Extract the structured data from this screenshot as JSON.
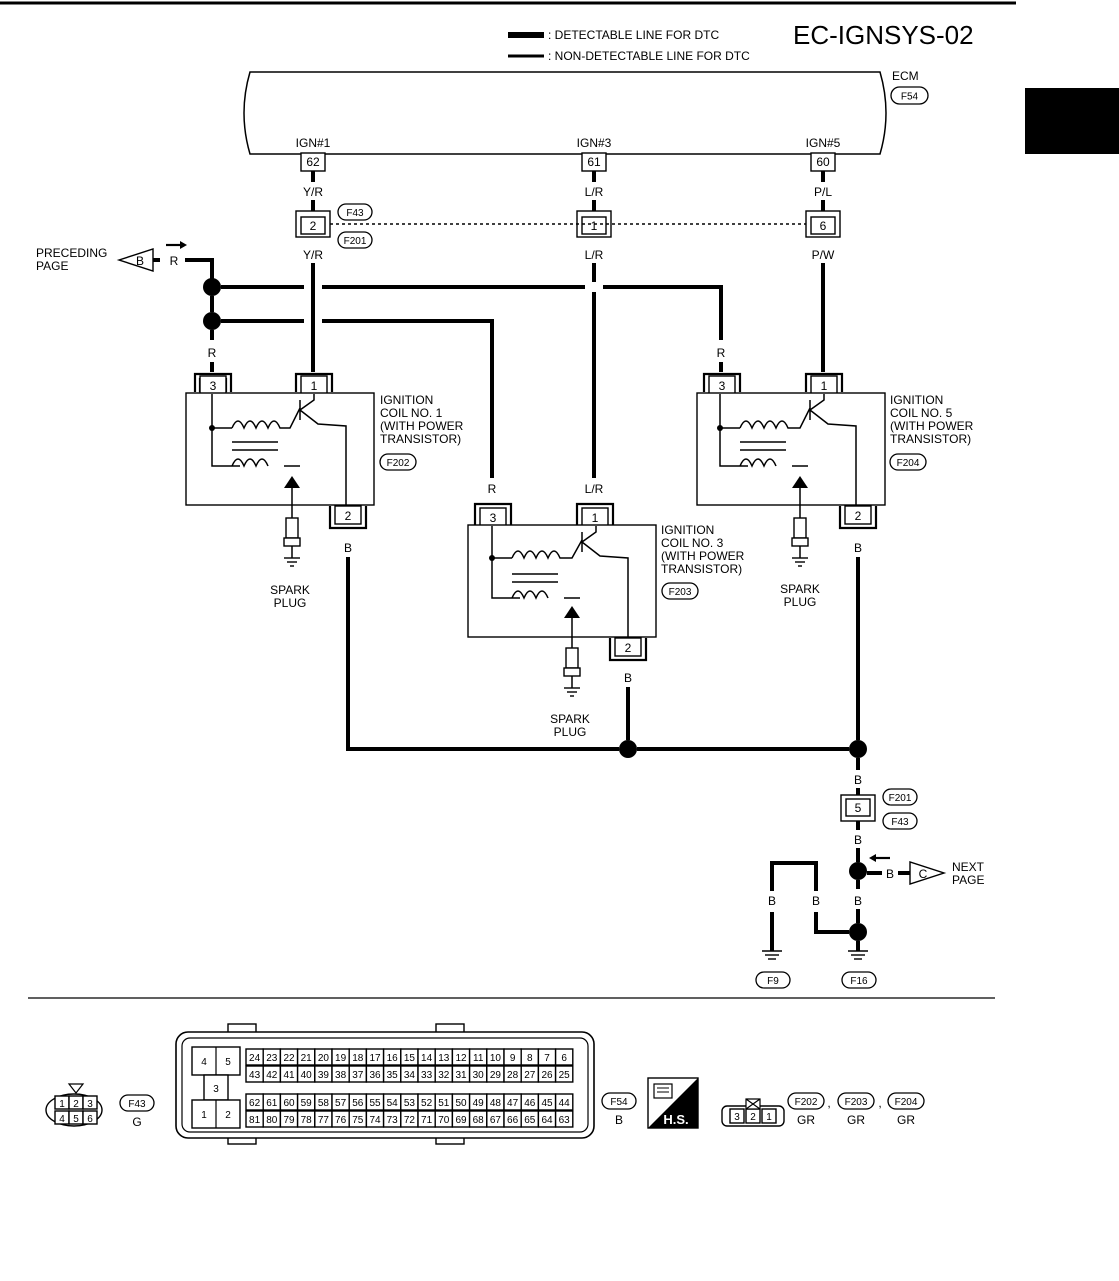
{
  "header": {
    "title": "EC-IGNSYS-02",
    "legend_detectable": ": DETECTABLE LINE FOR DTC",
    "legend_nondetectable": ": NON-DETECTABLE LINE FOR DTC"
  },
  "ecm": {
    "label": "ECM",
    "connector": "F54",
    "pins": [
      {
        "signal": "IGN#1",
        "pin": "62",
        "wire_top": "Y/R",
        "joint_pin": "2",
        "wire_bottom": "Y/R"
      },
      {
        "signal": "IGN#3",
        "pin": "61",
        "wire_top": "L/R",
        "joint_pin": "1",
        "wire_bottom": "L/R"
      },
      {
        "signal": "IGN#5",
        "pin": "60",
        "wire_top": "P/L",
        "joint_pin": "6",
        "wire_bottom": "P/W"
      }
    ]
  },
  "joint": {
    "connector_a": "F43",
    "connector_b": "F201"
  },
  "preceding": {
    "label_1": "PRECEDING",
    "label_2": "PAGE",
    "arrow": "B",
    "wire": "R"
  },
  "next": {
    "label_1": "NEXT",
    "label_2": "PAGE",
    "arrow": "C",
    "wire": "B"
  },
  "coils": [
    {
      "line1": "IGNITION",
      "line2": "COIL NO. 1",
      "line3": "(WITH POWER",
      "line4": "TRANSISTOR)",
      "connector": "F202",
      "pin_power": "3",
      "pin_signal": "1",
      "pin_ground": "2",
      "wire_power": "R",
      "wire_ground": "B"
    },
    {
      "line1": "IGNITION",
      "line2": "COIL NO. 3",
      "line3": "(WITH POWER",
      "line4": "TRANSISTOR)",
      "connector": "F203",
      "pin_power": "3",
      "pin_signal": "1",
      "pin_ground": "2",
      "wire_power": "R",
      "wire_signal": "L/R",
      "wire_ground": "B"
    },
    {
      "line1": "IGNITION",
      "line2": "COIL NO. 5",
      "line3": "(WITH POWER",
      "line4": "TRANSISTOR)",
      "connector": "F204",
      "pin_power": "3",
      "pin_signal": "1",
      "pin_ground": "2",
      "wire_power": "R",
      "wire_ground": "B"
    }
  ],
  "spark_plug": {
    "line1": "SPARK",
    "line2": "PLUG"
  },
  "ground": {
    "wire": "B",
    "joint_pin": "5",
    "connector_a": "F201",
    "connector_b": "F43",
    "ground_a": "F9",
    "ground_b": "F16"
  },
  "connector_views": {
    "f43": {
      "name": "F43",
      "color": "G",
      "pins_top": [
        "1",
        "2",
        "3"
      ],
      "pins_bottom": [
        "4",
        "5",
        "6"
      ]
    },
    "f54": {
      "name": "F54",
      "color": "B",
      "side_pins_top": [
        "4",
        "5"
      ],
      "side_pin_mid": "3",
      "side_pins_bottom": [
        "1",
        "2"
      ],
      "rows": [
        [
          "24",
          "23",
          "22",
          "21",
          "20",
          "19",
          "18",
          "17",
          "16",
          "15",
          "14",
          "13",
          "12",
          "11",
          "10",
          "9",
          "8",
          "7",
          "6"
        ],
        [
          "43",
          "42",
          "41",
          "40",
          "39",
          "38",
          "37",
          "36",
          "35",
          "34",
          "33",
          "32",
          "31",
          "30",
          "29",
          "28",
          "27",
          "26",
          "25"
        ],
        [
          "62",
          "61",
          "60",
          "59",
          "58",
          "57",
          "56",
          "55",
          "54",
          "53",
          "52",
          "51",
          "50",
          "49",
          "48",
          "47",
          "46",
          "45",
          "44"
        ],
        [
          "81",
          "80",
          "79",
          "78",
          "77",
          "76",
          "75",
          "74",
          "73",
          "72",
          "71",
          "70",
          "69",
          "68",
          "67",
          "66",
          "65",
          "64",
          "63"
        ]
      ]
    },
    "hs": "H.S.",
    "coil_connector": {
      "pins": [
        "3",
        "2",
        "1"
      ],
      "names": [
        "F202",
        "F203",
        "F204"
      ],
      "color": "GR",
      "separator": ","
    }
  }
}
